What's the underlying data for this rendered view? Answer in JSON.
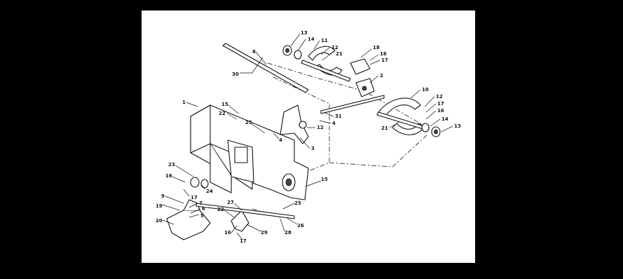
{
  "diagram": {
    "callouts": [
      "13",
      "14",
      "11",
      "12",
      "21",
      "8",
      "30",
      "18",
      "16",
      "17",
      "2",
      "10",
      "12",
      "17",
      "16",
      "14",
      "13",
      "21",
      "1",
      "15",
      "22",
      "25",
      "31",
      "4",
      "12",
      "4",
      "3",
      "23",
      "16",
      "24",
      "17",
      "9",
      "7",
      "19",
      "6",
      "5",
      "20",
      "22",
      "27",
      "16",
      "17",
      "29",
      "28",
      "25",
      "26",
      "15"
    ]
  }
}
